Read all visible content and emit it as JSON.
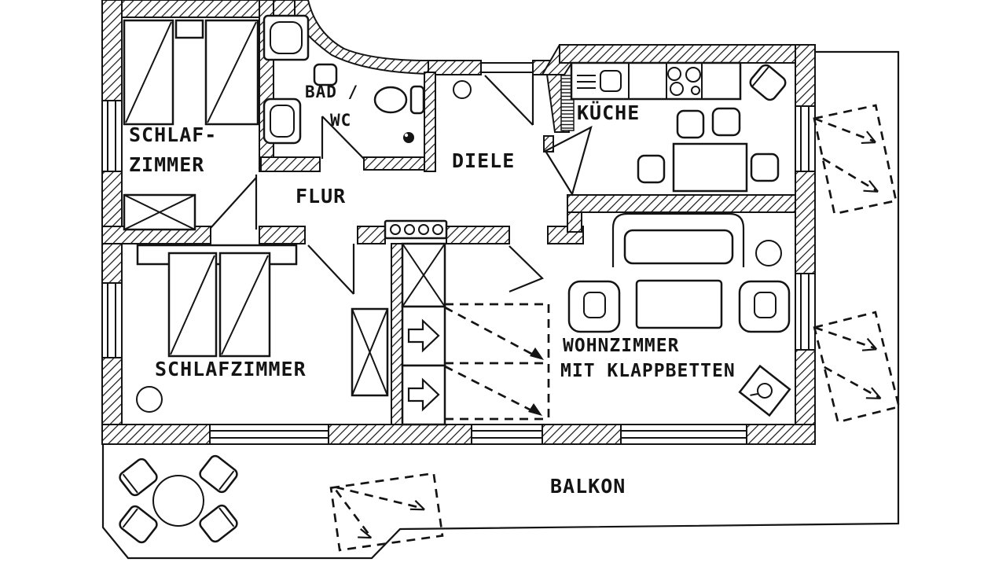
{
  "document": {
    "kind": "apartment floor plan",
    "language": "de"
  },
  "colors": {
    "ink": "#141414",
    "paper": "#ffffff"
  },
  "rooms": {
    "schlafzimmer_oben": {
      "line1": "SCHLAF-",
      "line2": "ZIMMER"
    },
    "bad_wc": {
      "line1": "BAD /",
      "line2": "WC"
    },
    "diele": {
      "label": "DIELE"
    },
    "kueche": {
      "label": "KÜCHE"
    },
    "flur": {
      "label": "FLUR"
    },
    "schlafzimmer_unten": {
      "label": "SCHLAFZIMMER"
    },
    "wohnzimmer": {
      "line1": "WOHNZIMMER",
      "line2": "MIT KLAPPBETTEN"
    },
    "balkon": {
      "label": "BALKON"
    }
  }
}
